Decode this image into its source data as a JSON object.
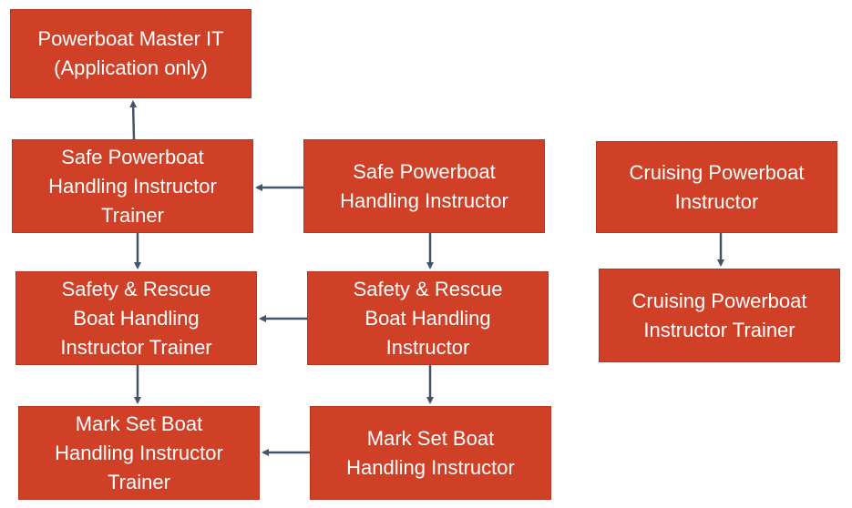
{
  "colors": {
    "box_fill": "#cf4027",
    "box_text": "#ffffff",
    "arrow": "#44546a"
  },
  "nodes": {
    "powerboat_master_it": "Powerboat Master IT\n(Application only)",
    "spbh_instructor_trainer": "Safe Powerboat\nHandling Instructor\nTrainer",
    "spbh_instructor": "Safe Powerboat\nHandling Instructor",
    "cruising_instructor": "Cruising Powerboat\nInstructor",
    "srbh_instructor_trainer": "Safety & Rescue\nBoat Handling\nInstructor Trainer",
    "srbh_instructor": "Safety & Rescue\nBoat Handling\nInstructor",
    "cruising_instructor_trainer": "Cruising Powerboat\nInstructor Trainer",
    "msbh_instructor_trainer": "Mark Set Boat\nHandling Instructor\nTrainer",
    "msbh_instructor": "Mark Set Boat\nHandling Instructor"
  },
  "edges": [
    {
      "from": "spbh_instructor_trainer",
      "to": "powerboat_master_it"
    },
    {
      "from": "spbh_instructor",
      "to": "spbh_instructor_trainer"
    },
    {
      "from": "spbh_instructor_trainer",
      "to": "srbh_instructor_trainer"
    },
    {
      "from": "spbh_instructor",
      "to": "srbh_instructor"
    },
    {
      "from": "srbh_instructor",
      "to": "srbh_instructor_trainer"
    },
    {
      "from": "srbh_instructor_trainer",
      "to": "msbh_instructor_trainer"
    },
    {
      "from": "srbh_instructor",
      "to": "msbh_instructor"
    },
    {
      "from": "msbh_instructor",
      "to": "msbh_instructor_trainer"
    },
    {
      "from": "cruising_instructor",
      "to": "cruising_instructor_trainer"
    }
  ]
}
